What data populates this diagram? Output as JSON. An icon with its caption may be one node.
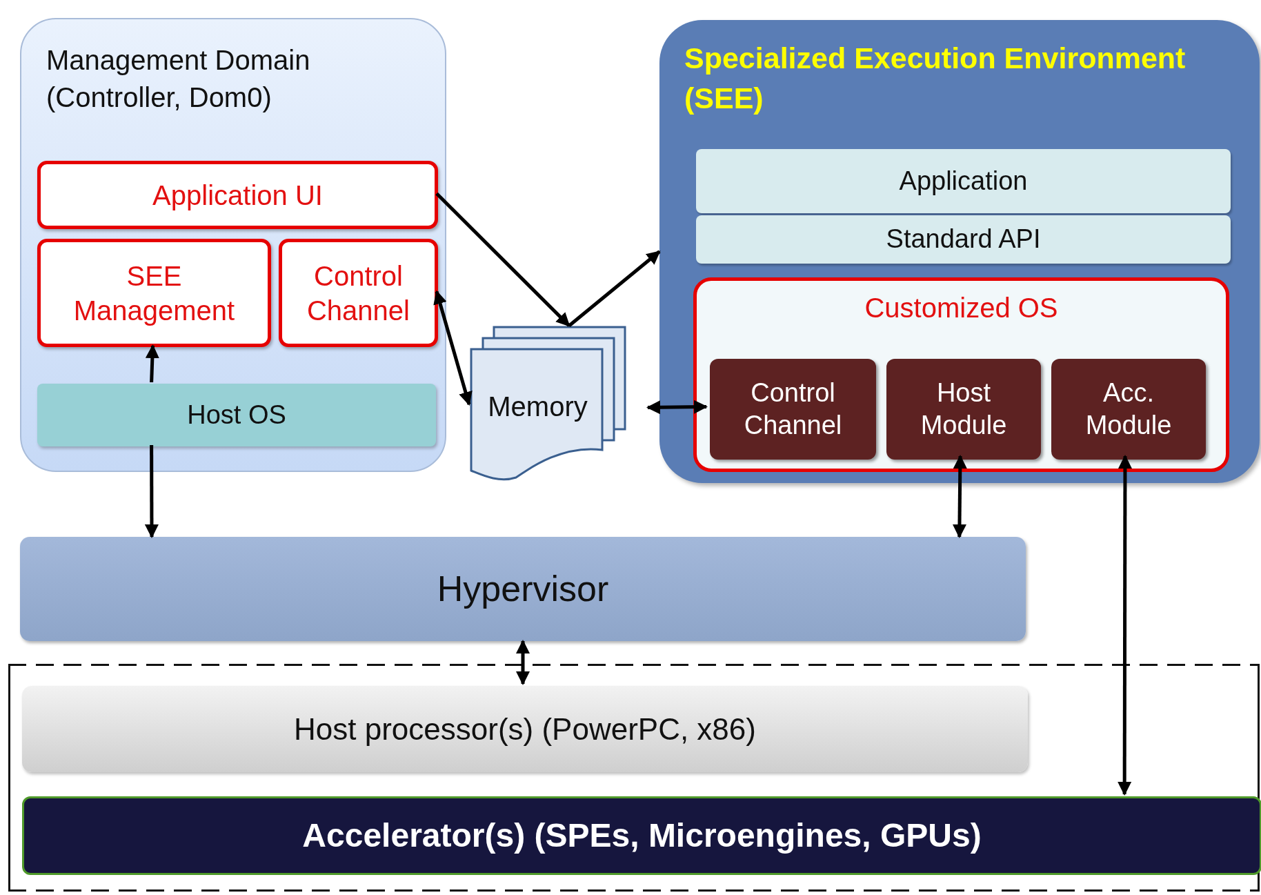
{
  "diagram": {
    "nodes": [
      {
        "text": [
          "Management Domain (Controller, Dom0)"
        ]
      },
      {
        "text": [
          "Application UI"
        ],
        "in": 0
      },
      {
        "text": [
          "SEE Management"
        ],
        "in": 0
      },
      {
        "text": [
          "Control Channel"
        ],
        "in": 0
      },
      {
        "text": [
          "Host OS"
        ],
        "in": 0
      },
      {
        "text": [
          "Memory"
        ]
      },
      {
        "text": [
          "Specialized Execution Environment (SEE)"
        ]
      },
      {
        "text": [
          "Application"
        ],
        "in": 6
      },
      {
        "text": [
          "Standard API"
        ],
        "in": 6
      },
      {
        "text": [
          "Customized OS"
        ],
        "in": 6
      },
      {
        "text": [
          "Control Channel"
        ],
        "in": 9
      },
      {
        "text": [
          "Host Module"
        ],
        "in": 9
      },
      {
        "text": [
          "Acc. Module"
        ],
        "in": 9
      },
      {
        "text": [
          "Hypervisor"
        ]
      },
      {
        "text": [],
        "shape": "box"
      },
      {
        "text": [
          "Host processor(s) (PowerPC, x86)"
        ],
        "in": 14
      },
      {
        "text": [
          "Accelerator(s) (SPEs, Microengines, GPUs)"
        ],
        "in": 14
      }
    ],
    "edges": [
      {
        "from": 1,
        "to": 5,
        "arrow": "to"
      },
      {
        "from": 5,
        "to": 6,
        "arrow": "to"
      },
      {
        "from": 3,
        "to": 5,
        "arrow": "both"
      },
      {
        "from": 5,
        "to": 10,
        "arrow": "both"
      },
      {
        "from": 4,
        "to": 2,
        "arrow": "to"
      },
      {
        "from": 4,
        "to": 13,
        "arrow": "to"
      },
      {
        "from": 11,
        "to": 13,
        "arrow": "both"
      },
      {
        "from": 13,
        "to": 15,
        "arrow": "both"
      },
      {
        "from": 12,
        "to": 16,
        "arrow": "both"
      }
    ]
  }
}
